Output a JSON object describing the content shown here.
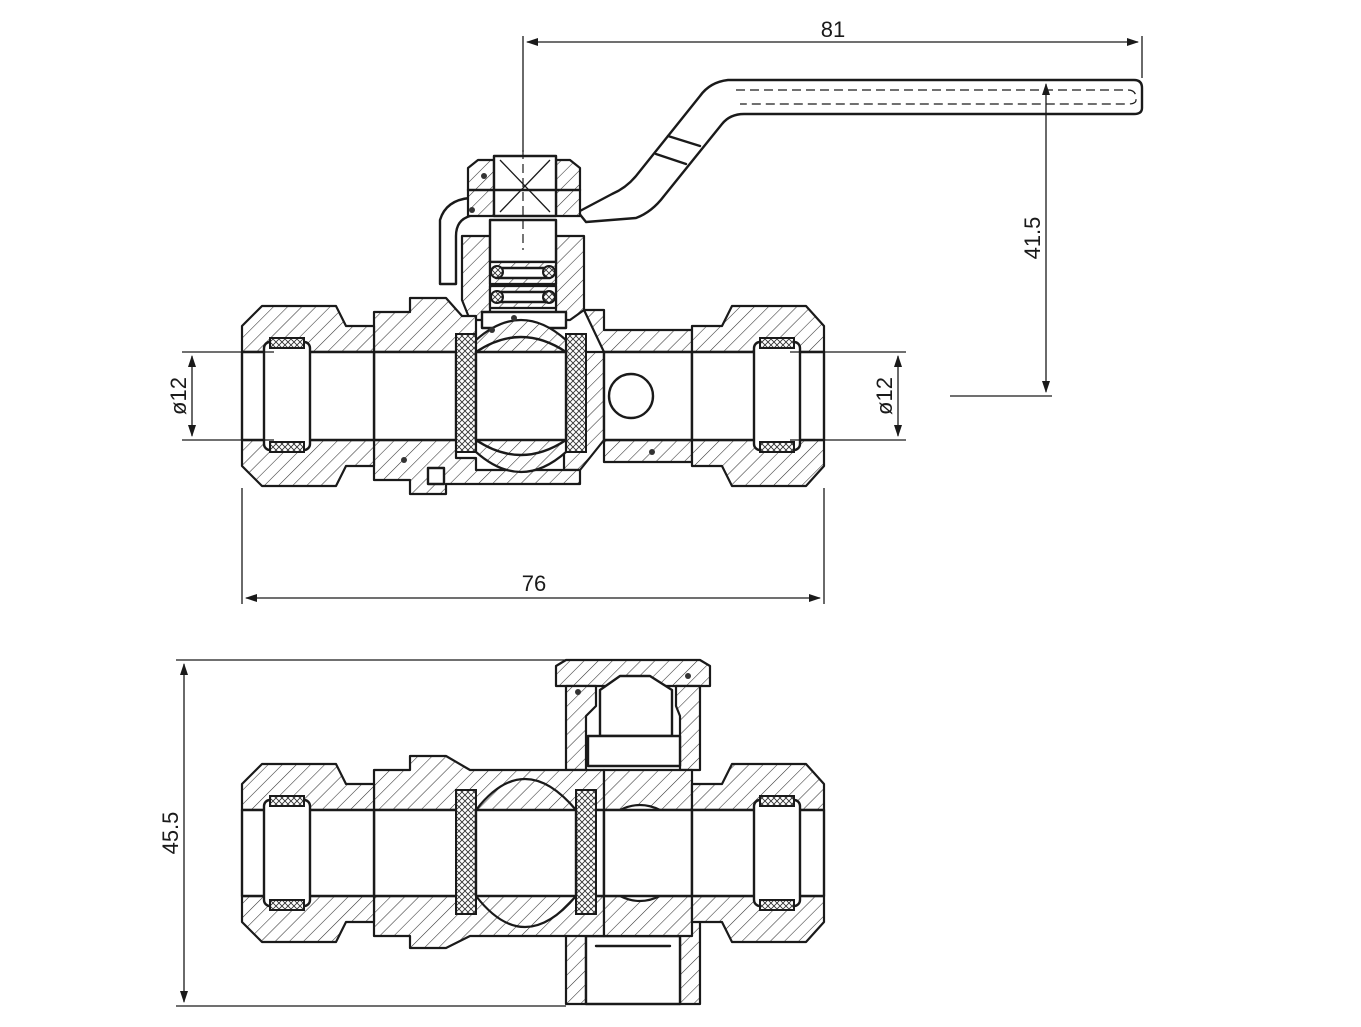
{
  "dimensions": {
    "handle_length": "81",
    "handle_height": "41.5",
    "inlet_diameter_left": "ø12",
    "inlet_diameter_right": "ø12",
    "overall_length": "76",
    "overall_height": "45.5"
  }
}
